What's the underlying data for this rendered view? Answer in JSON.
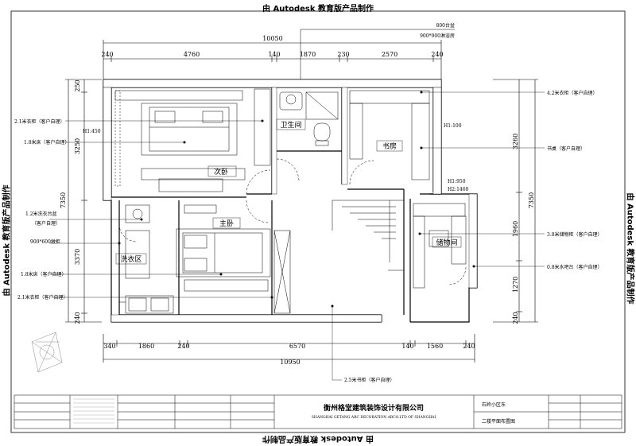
{
  "watermark": "由 Autodesk 教育版产品制作",
  "top_notes": [
    "800台盆",
    "900*900淋浴房"
  ],
  "dims_top": {
    "total": "10050",
    "segments": [
      "240",
      "4760",
      "140",
      "1870",
      "230",
      "2570",
      "240"
    ]
  },
  "dims_bottom": {
    "total": "10950",
    "segments": [
      "340",
      "1860",
      "240",
      "6570",
      "140",
      "1560",
      "240"
    ]
  },
  "dims_left": {
    "total": "7350",
    "segments": [
      "250",
      "3250",
      "3370",
      "240"
    ]
  },
  "dims_right": {
    "total": "7350",
    "segments": [
      "3260",
      "1960",
      "1270",
      "240"
    ]
  },
  "rooms": {
    "bedroom2": "次卧",
    "bath": "卫生间",
    "study": "书房",
    "master": "主卧",
    "laundry": "洗衣区",
    "storage": "储物间"
  },
  "heights": {
    "h_left": "H1:450",
    "h_study": "H1:100",
    "h_storage_1": "H1:950",
    "h_storage_2": "H2:1460"
  },
  "notes_left": [
    "2.1米衣柜（客户自理）",
    "1.8米床（客户自理）",
    "1.2米洗衣台盆",
    "（客户自理）",
    "900*600墩柜",
    "1.8米床（客户自理）",
    "2.1米衣柜（客户自理）"
  ],
  "notes_right": [
    "4.2米衣柜（客户自理）",
    "书桌（客户自理）",
    "3.8米储物柜（客户自理）",
    "0.8米水吧台（客户自理）"
  ],
  "note_bottom": "2.5米书柜（客户自理）",
  "title_block": {
    "company_cn": "衡州格堂建筑装饰设计有限公司",
    "company_en": "SHANGHAI GETANG ARC DECORATION  ARCO.LTD OF SHANGHAI",
    "project": "石岭小区东",
    "drawing": "二楼平面布置图"
  }
}
